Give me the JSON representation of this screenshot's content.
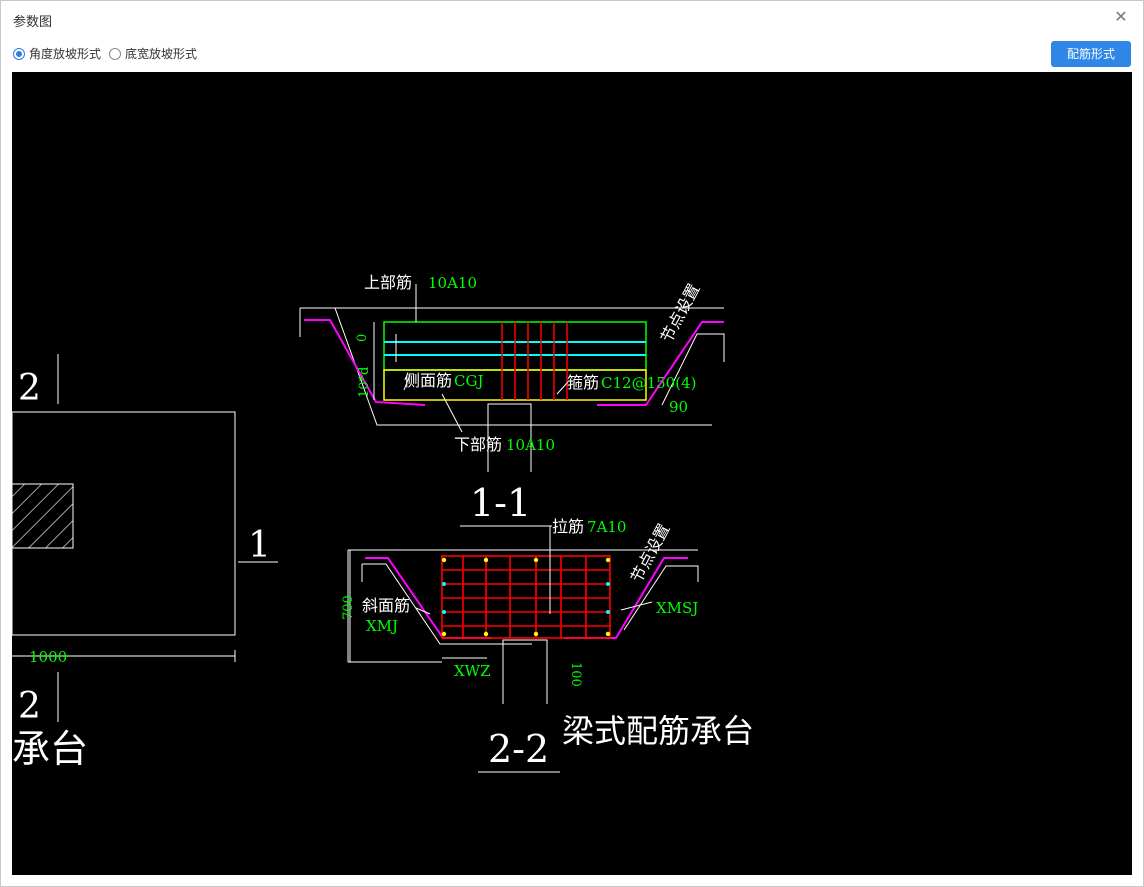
{
  "window": {
    "title": "参数图"
  },
  "options": {
    "angle_label": "角度放坡形式",
    "width_label": "底宽放坡形式",
    "selected": "angle"
  },
  "toolbar": {
    "rebar_button": "配筋形式"
  },
  "drawing": {
    "left_sec_top": "2",
    "left_sec_right": "1",
    "left_dim_1000": "1000",
    "left_sec_bottom": "2",
    "left_caption": "承台",
    "top_bar_label": "上部筋",
    "top_bar_value": "10A10",
    "node_label_1": "节点设置",
    "dim_0": "0",
    "dim_10d": "10*d",
    "side_bar_label": "侧面筋",
    "side_bar_value": "CGJ",
    "stirrup_label": "箍筋",
    "stirrup_value": "C12@150(4)",
    "angle_90": "90",
    "bottom_bar_label": "下部筋",
    "bottom_bar_value": "10A10",
    "section_1": "1-1",
    "tie_label": "拉筋",
    "tie_value": "7A10",
    "node_label_2": "节点设置",
    "dim_700": "700",
    "slope_label": "斜面筋",
    "slope_value": "XMJ",
    "xmsj": "XMSJ",
    "dim_100": "100",
    "xwz": "XWZ",
    "section_2": "2-2",
    "main_caption": "梁式配筋承台"
  },
  "colors": {
    "green": "#00ff00",
    "magenta": "#ff00ff",
    "cyan": "#00ffff",
    "red": "#ff0000",
    "yellow": "#ffff00",
    "white": "#ffffff",
    "accent": "#2f86e6"
  }
}
